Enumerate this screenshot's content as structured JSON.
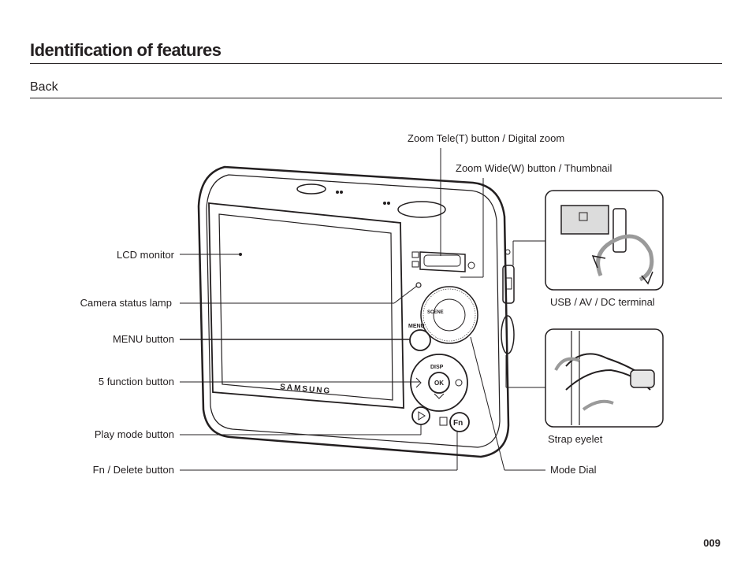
{
  "header": {
    "title": "Identification of features",
    "section": "Back"
  },
  "callouts": {
    "zoom_tele": "Zoom Tele(T) button / Digital zoom",
    "zoom_wide": "Zoom Wide(W) button / Thumbnail",
    "lcd_monitor": "LCD monitor",
    "camera_status_lamp": "Camera status lamp",
    "menu_button": "MENU button",
    "five_function": "5 function button",
    "play_mode": "Play mode button",
    "fn_delete": "Fn / Delete button",
    "usb_terminal": "USB / AV / DC terminal",
    "strap_eyelet": "Strap eyelet",
    "mode_dial": "Mode Dial"
  },
  "camera_markings": {
    "brand": "SAMSUNG",
    "menu": "MENU",
    "disp": "DISP",
    "ok": "OK",
    "fn": "Fn",
    "scene": "SCENE"
  },
  "footer": {
    "page_number": "009"
  }
}
